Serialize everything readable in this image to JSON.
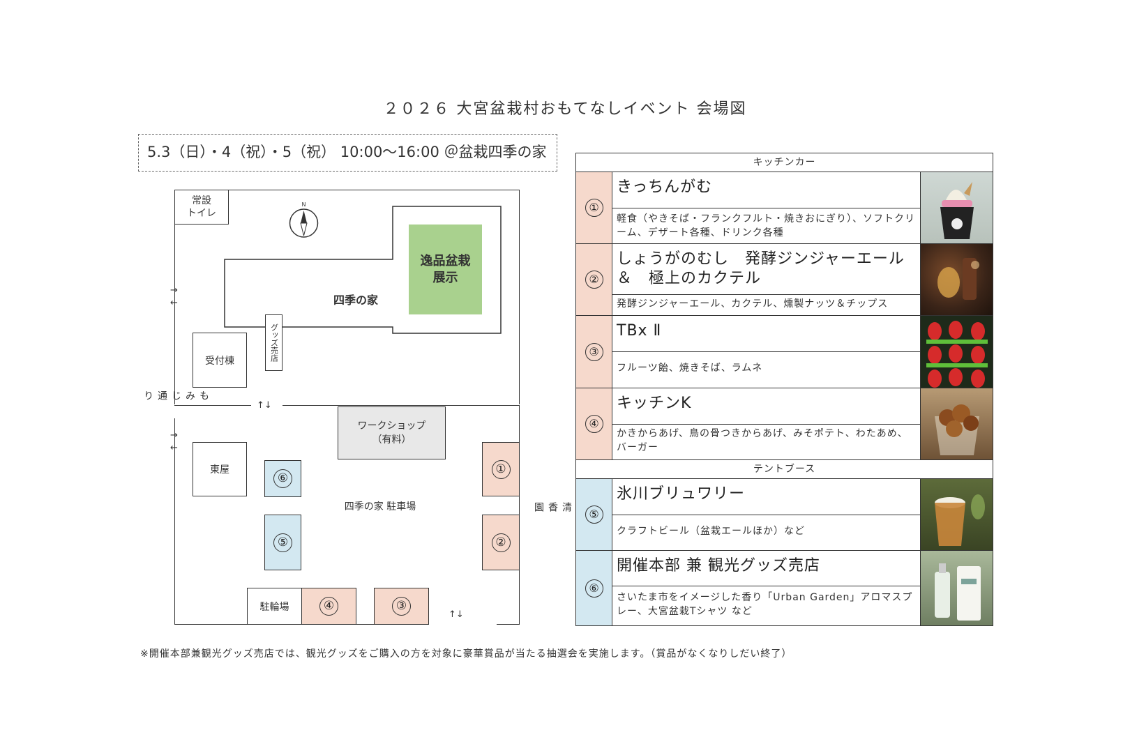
{
  "title": "２０２６ 大宮盆栽村おもてなしイベント 会場図",
  "date_line": "5.3（日）・4（祝）・5（祝） 10:00～16:00 ＠盆栽四季の家",
  "map": {
    "compass": "N",
    "restroom": [
      "常設",
      "トイレ"
    ],
    "main_house": "四季の家",
    "bonsai_exhibit": [
      "逸品盆栽",
      "展示"
    ],
    "goods_shop": "グッズ売店",
    "reception": "受付棟",
    "workshop": [
      "ワークショップ",
      "（有料）"
    ],
    "arbor": "東屋",
    "parking": "四季の家 駐車場",
    "bicycle_parking": "駐輪場",
    "momiji_street": "もみじ通り",
    "seikoen": "清香園",
    "arrows": "↑↓",
    "side_arrows": [
      "→",
      "←"
    ],
    "booth_labels": [
      "①",
      "②",
      "③",
      "④",
      "⑤",
      "⑥"
    ],
    "colors": {
      "kitchen_car": "#f6d9cc",
      "tent_booth": "#d3e8f1",
      "exhibit": "#a9d18e",
      "workshop": "#e8e8e8"
    }
  },
  "table": {
    "kitchen_header": "キッチンカー",
    "tent_header": "テントブース",
    "rows": [
      {
        "num": "①",
        "name": "きっちんがむ",
        "desc": "軽食（やきそば・フランクフルト・焼きおにぎり）、ソフトクリーム、デザート各種、ドリンク各種"
      },
      {
        "num": "②",
        "name": "しょうがのむし　発酵ジンジャーエール＆　極上のカクテル",
        "desc": "発酵ジンジャーエール、カクテル、燻製ナッツ＆チップス"
      },
      {
        "num": "③",
        "name": "TBx Ⅱ",
        "desc": "フルーツ飴、焼きそば、ラムネ"
      },
      {
        "num": "④",
        "name": "キッチンK",
        "desc": "かきからあげ、鳥の骨つきからあげ、みそポテト、わたあめ、バーガー"
      },
      {
        "num": "⑤",
        "name": "氷川ブリュワリー",
        "desc": "クラフトビール（盆栽エールほか）など"
      },
      {
        "num": "⑥",
        "name": "開催本部 兼 観光グッズ売店",
        "desc": "さいたま市をイメージした香り「Urban Garden」アロマスプレー、大宮盆栽Tシャツ など"
      }
    ]
  },
  "footnote": "※開催本部兼観光グッズ売店では、観光グッズをご購入の方を対象に豪華賞品が当たる抽選会を実施します。（賞品がなくなりしだい終了）"
}
